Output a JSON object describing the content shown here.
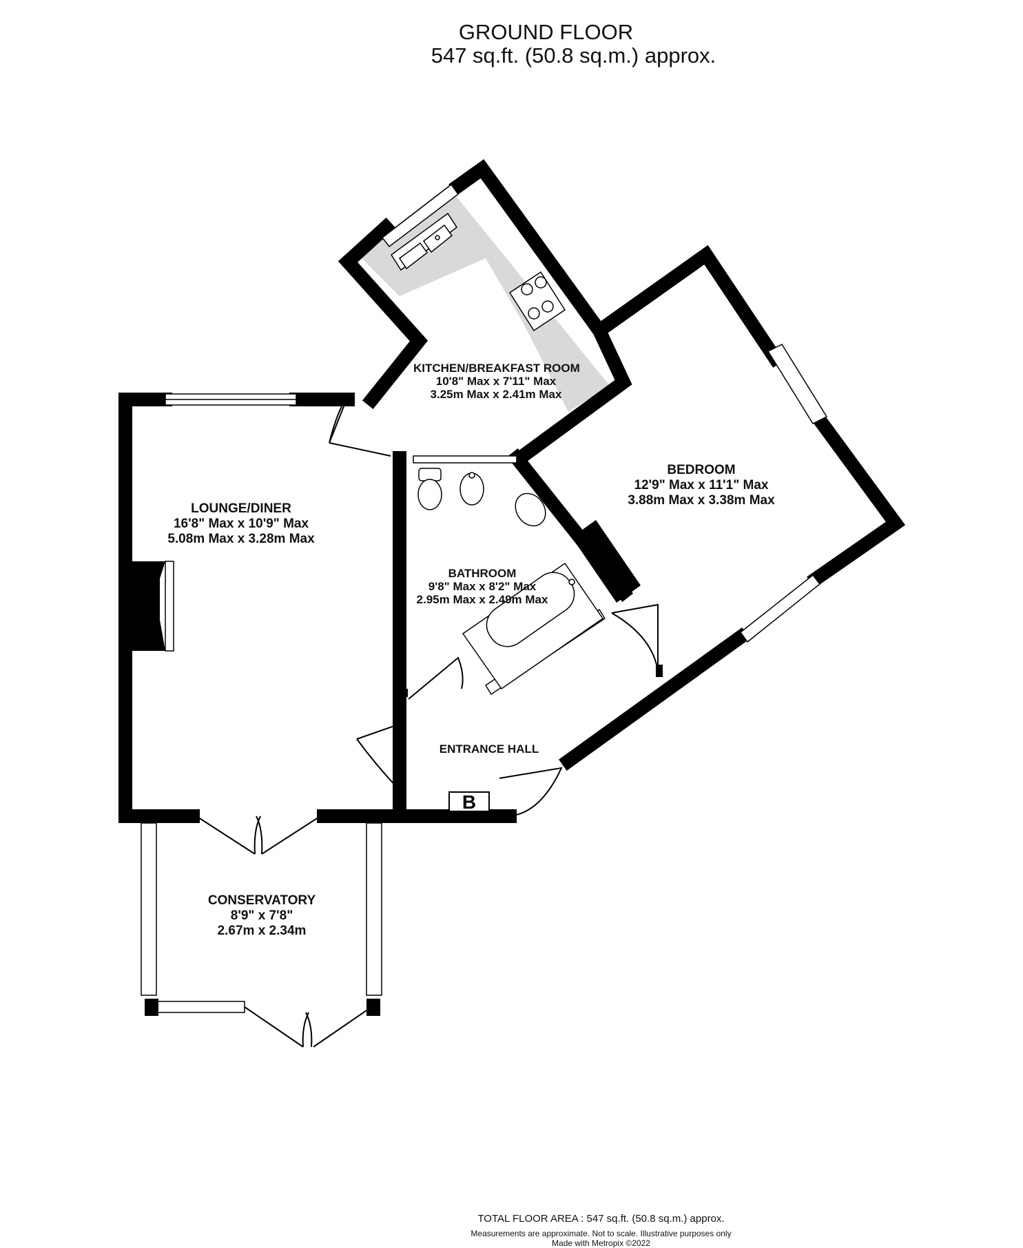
{
  "header": {
    "title": "GROUND FLOOR",
    "area": "547 sq.ft. (50.8 sq.m.) approx."
  },
  "rooms": {
    "kitchen": {
      "name": "KITCHEN/BREAKFAST ROOM",
      "imperial": "10'8\" Max x 7'11\" Max",
      "metric": "3.25m Max x 2.41m Max"
    },
    "bedroom": {
      "name": "BEDROOM",
      "imperial": "12'9\" Max x 11'1\" Max",
      "metric": "3.88m Max x 3.38m Max"
    },
    "lounge": {
      "name": "LOUNGE/DINER",
      "imperial": "16'8\" Max x 10'9\" Max",
      "metric": "5.08m Max x 3.28m Max"
    },
    "bathroom": {
      "name": "BATHROOM",
      "imperial": "9'8\" Max x 8'2\" Max",
      "metric": "2.95m Max x 2.49m Max"
    },
    "entrance": {
      "name": "ENTRANCE HALL"
    },
    "conservatory": {
      "name": "CONSERVATORY",
      "imperial": "8'9\"  x 7'8\"",
      "metric": "2.67m  x 2.34m"
    }
  },
  "boiler_label": "B",
  "footer": {
    "total": "TOTAL FLOOR AREA : 547 sq.ft. (50.8 sq.m.) approx.",
    "note": "Measurements are approximate.  Not to scale.  Illustrative purposes only",
    "credit": "Made with Metropix ©2022"
  },
  "colors": {
    "wall": "#000000",
    "kitchen_worktop": "#d9d9d9",
    "window": "#ffffff"
  }
}
